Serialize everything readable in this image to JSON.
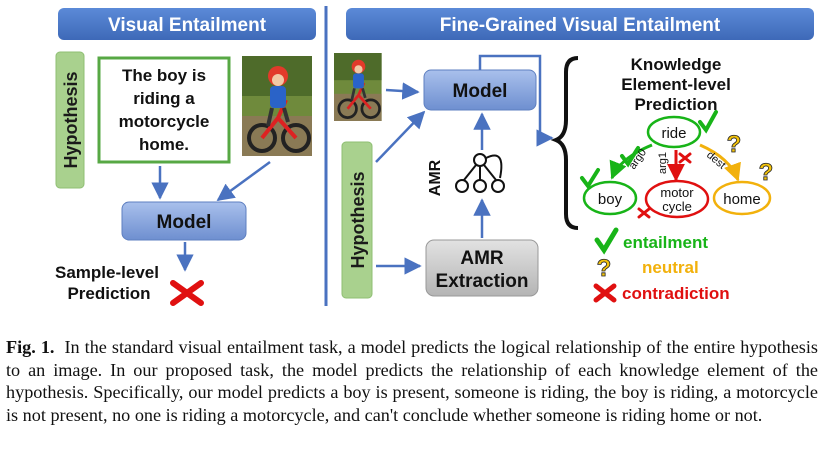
{
  "left_panel": {
    "title": "Visual Entailment",
    "hypothesis_label": "Hypothesis",
    "hypothesis_text": [
      "The boy is",
      "riding a",
      "motorcycle",
      "home."
    ],
    "model_label": "Model",
    "prediction_label": [
      "Sample-level",
      "Prediction"
    ],
    "prediction_icon": "red-cross-icon"
  },
  "right_panel": {
    "title": "Fine-Grained Visual Entailment",
    "model_label": "Model",
    "amr_label": "AMR",
    "amr_extraction_label": [
      "AMR",
      "Extraction"
    ],
    "hypothesis_label": "Hypothesis",
    "knowledge_label": [
      "Knowledge",
      "Element-level",
      "Prediction"
    ],
    "graph": {
      "nodes": [
        "ride",
        "boy",
        "motor cycle",
        "home"
      ],
      "edges": [
        "arg0",
        "arg1",
        "dest"
      ]
    },
    "legend": [
      {
        "label": "entailment",
        "color": "#18b418",
        "icon": "green-check-icon"
      },
      {
        "label": "neutral",
        "color": "#f2b10c",
        "icon": "yellow-question-icon"
      },
      {
        "label": "contradiction",
        "color": "#e01010",
        "icon": "red-cross-icon"
      }
    ]
  },
  "colors": {
    "title_bar": "#4a78c8",
    "model_box": "#8aa8e0",
    "hypothesis_box": "#a9d18e",
    "amr_box": "#c8c8c8",
    "arrow": "#4a72c0"
  },
  "caption": {
    "label": "Fig. 1.",
    "text": "In the standard visual entailment task, a model predicts the logical relationship of the entire hypothesis to an image. In our proposed task, the model predicts the relationship of each knowledge element of the hypothesis. Specifically, our model predicts a boy is present, someone is riding, the boy is riding, a motorcycle is not present, no one is riding a motorcycle, and can't conclude whether someone is riding home or not."
  }
}
